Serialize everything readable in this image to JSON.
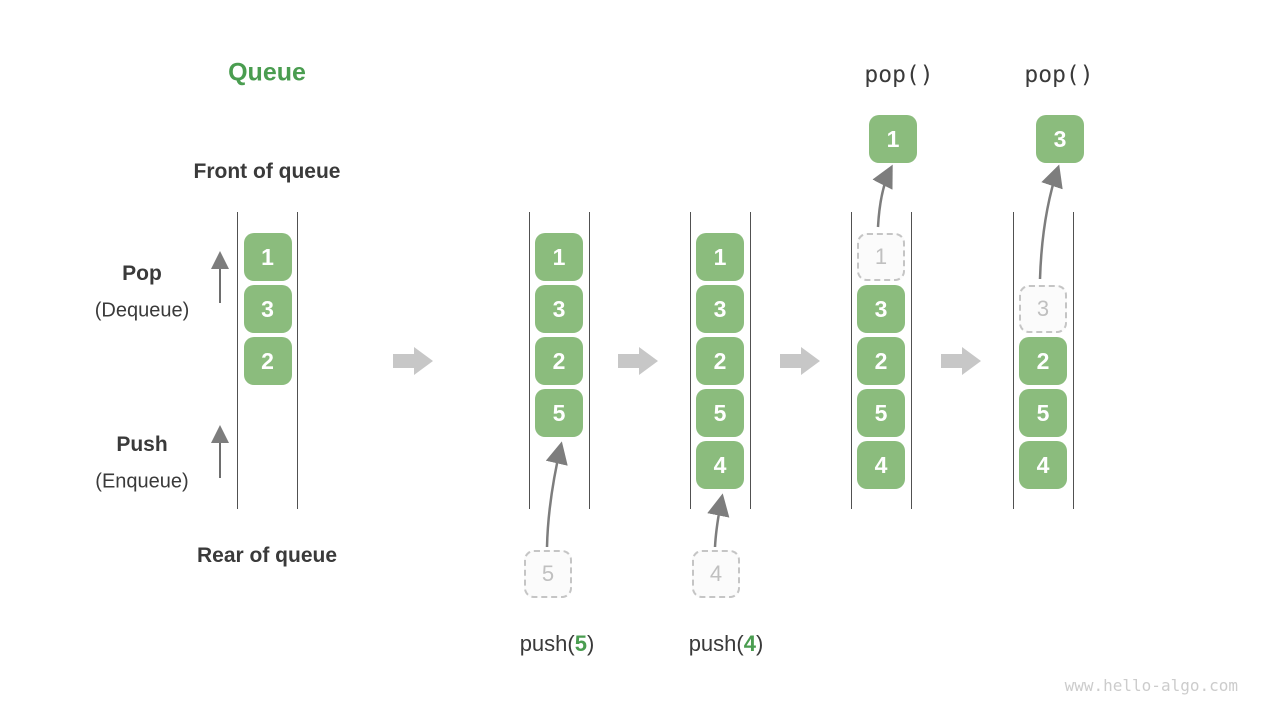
{
  "title": "Queue",
  "labels": {
    "front": "Front of queue",
    "rear": "Rear of queue",
    "pop_main": "Pop",
    "pop_sub": "(Dequeue)",
    "push_main": "Push",
    "push_sub": "(Enqueue)"
  },
  "watermark": "www.hello-algo.com",
  "colors": {
    "item_green": "#8bbc7d",
    "accent_green": "#4a9d50",
    "text_dark": "#3a3a3a",
    "step_arrow_gray": "#c7c7c7",
    "queue_line_gray": "#515151",
    "dashed_gray": "#c5c5c5",
    "curve_arrow_gray": "#7d7d7d",
    "watermark_gray": "#cccccc"
  },
  "queues": [
    {
      "name": "state-initial",
      "start_row": 0,
      "slots": [
        {
          "value": "1",
          "state": "filled"
        },
        {
          "value": "3",
          "state": "filled"
        },
        {
          "value": "2",
          "state": "filled"
        }
      ]
    },
    {
      "name": "state-pushing-5",
      "start_row": 0,
      "slots": [
        {
          "value": "1",
          "state": "filled"
        },
        {
          "value": "3",
          "state": "filled"
        },
        {
          "value": "2",
          "state": "filled"
        },
        {
          "value": "5",
          "state": "filled"
        }
      ],
      "pending_value": "5",
      "operation": {
        "type": "push",
        "prefix": "push(",
        "arg": "5",
        "suffix": ")"
      }
    },
    {
      "name": "state-pushing-4",
      "start_row": 0,
      "slots": [
        {
          "value": "1",
          "state": "filled"
        },
        {
          "value": "3",
          "state": "filled"
        },
        {
          "value": "2",
          "state": "filled"
        },
        {
          "value": "5",
          "state": "filled"
        },
        {
          "value": "4",
          "state": "filled"
        }
      ],
      "pending_value": "4",
      "operation": {
        "type": "push",
        "prefix": "push(",
        "arg": "4",
        "suffix": ")"
      }
    },
    {
      "name": "state-popping-1",
      "start_row": 0,
      "slots": [
        {
          "value": "1",
          "state": "dashed"
        },
        {
          "value": "3",
          "state": "filled"
        },
        {
          "value": "2",
          "state": "filled"
        },
        {
          "value": "5",
          "state": "filled"
        },
        {
          "value": "4",
          "state": "filled"
        }
      ],
      "popped_value": "1",
      "operation": {
        "type": "pop",
        "label": "pop()"
      }
    },
    {
      "name": "state-popping-3",
      "start_row": 1,
      "slots": [
        {
          "value": "3",
          "state": "dashed"
        },
        {
          "value": "2",
          "state": "filled"
        },
        {
          "value": "5",
          "state": "filled"
        },
        {
          "value": "4",
          "state": "filled"
        }
      ],
      "popped_value": "3",
      "operation": {
        "type": "pop",
        "label": "pop()"
      }
    }
  ]
}
